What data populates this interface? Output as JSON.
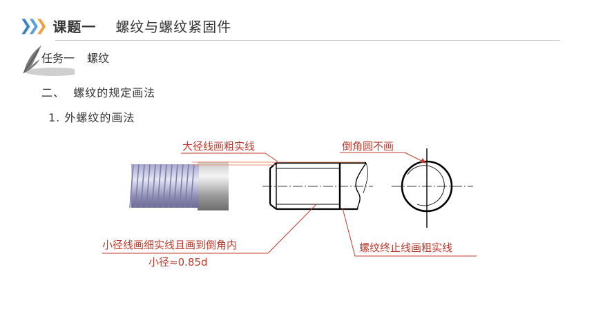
{
  "header": {
    "chevron_colors": [
      "#3b82c4",
      "#5aa0d8",
      "#f0a040"
    ],
    "lesson": "课题一",
    "topic": "螺纹与螺纹紧固件"
  },
  "task": {
    "label": "任务一",
    "name": "螺纹"
  },
  "section": {
    "number": "二、",
    "title": "螺纹的规定画法"
  },
  "subsection": {
    "number": "1.",
    "title": "外螺纹的画法"
  },
  "diagram": {
    "label_major": "大径线画粗实线",
    "label_chamfer_circle": "倒角圆不画",
    "label_minor": "小径线画细实线且画到倒角内",
    "label_thread_end": "螺纹终止线画粗实线",
    "minor_diameter": "小径≈0.85d",
    "annotation_color": "#c0392b"
  }
}
